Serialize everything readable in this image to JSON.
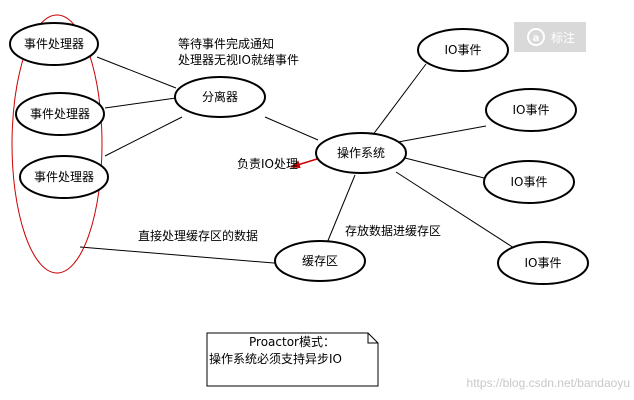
{
  "diagram": {
    "nodes": {
      "handler_1": "事件处理器",
      "handler_2": "事件处理器",
      "handler_3": "事件处理器",
      "dispatcher": "分离器",
      "os": "操作系统",
      "buffer": "缓存区",
      "io_1": "IO事件",
      "io_2": "IO事件",
      "io_3": "IO事件",
      "io_4": "IO事件"
    },
    "annotations": {
      "wait_line1": "等待事件完成通知",
      "wait_line2": "处理器无视IO就绪事件",
      "responsible_io": "负责IO处理",
      "direct_process": "直接处理缓存区的数据",
      "store_buffer": "存放数据进缓存区"
    },
    "note": {
      "title": "Proactor模式：",
      "body": "操作系统必须支持异步IO"
    },
    "badge_label": "标注",
    "watermark": "https://blog.csdn.net/bandaoyu",
    "colors": {
      "stroke": "#000000",
      "highlight": "#cc0000",
      "badge_bg": "#d9d9d9"
    }
  }
}
